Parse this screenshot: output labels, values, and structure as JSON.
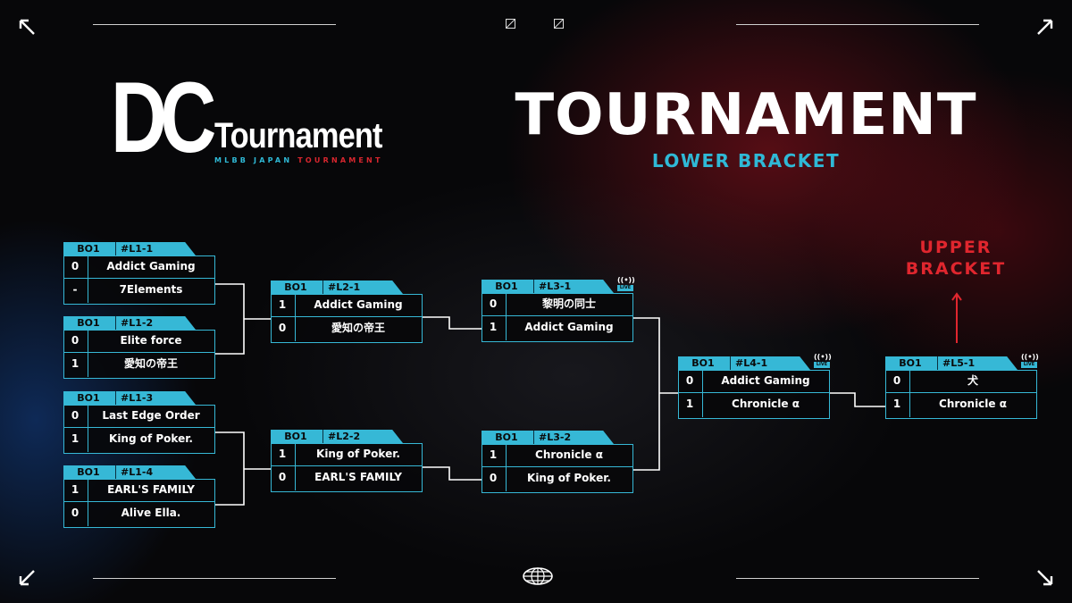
{
  "logo": {
    "dc": "DC",
    "tournament": "Tournament",
    "sub_a": "MLBB JAPAN",
    "sub_b": "TOURNAMENT"
  },
  "header": {
    "title": "TOURNAMENT",
    "subtitle": "LOWER BRACKET"
  },
  "upper_bracket_label": "UPPER BRACKET",
  "live_label": "LIVE",
  "icons": {
    "corners": [
      "arrow-up-left-icon",
      "arrow-up-right-icon",
      "arrow-down-left-icon",
      "arrow-down-right-icon"
    ],
    "top_marks": [
      "slash-square-icon",
      "slash-square-icon"
    ],
    "bottom": "globe-icon",
    "live": "live-broadcast-icon"
  },
  "colors": {
    "accent": "#36b8d6",
    "red": "#e0262e",
    "background": "#070709"
  },
  "matches": [
    {
      "id": "#L1-1",
      "format": "BO1",
      "live": false,
      "teams": [
        {
          "score": "0",
          "name": "Addict Gaming"
        },
        {
          "score": "-",
          "name": "7Elements"
        }
      ]
    },
    {
      "id": "#L1-2",
      "format": "BO1",
      "live": false,
      "teams": [
        {
          "score": "0",
          "name": "Elite force"
        },
        {
          "score": "1",
          "name": "愛知の帝王"
        }
      ]
    },
    {
      "id": "#L1-3",
      "format": "BO1",
      "live": false,
      "teams": [
        {
          "score": "0",
          "name": "Last Edge Order"
        },
        {
          "score": "1",
          "name": "King of Poker."
        }
      ]
    },
    {
      "id": "#L1-4",
      "format": "BO1",
      "live": false,
      "teams": [
        {
          "score": "1",
          "name": "EARL'S FAMILY"
        },
        {
          "score": "0",
          "name": "Alive Ella."
        }
      ]
    },
    {
      "id": "#L2-1",
      "format": "BO1",
      "live": false,
      "teams": [
        {
          "score": "1",
          "name": "Addict Gaming"
        },
        {
          "score": "0",
          "name": "愛知の帝王"
        }
      ]
    },
    {
      "id": "#L2-2",
      "format": "BO1",
      "live": false,
      "teams": [
        {
          "score": "1",
          "name": "King of Poker."
        },
        {
          "score": "0",
          "name": "EARL'S FAMILY"
        }
      ]
    },
    {
      "id": "#L3-1",
      "format": "BO1",
      "live": true,
      "teams": [
        {
          "score": "0",
          "name": "黎明の同士"
        },
        {
          "score": "1",
          "name": "Addict Gaming"
        }
      ]
    },
    {
      "id": "#L3-2",
      "format": "BO1",
      "live": false,
      "teams": [
        {
          "score": "1",
          "name": "Chronicle α"
        },
        {
          "score": "0",
          "name": "King of Poker."
        }
      ]
    },
    {
      "id": "#L4-1",
      "format": "BO1",
      "live": true,
      "teams": [
        {
          "score": "0",
          "name": "Addict Gaming"
        },
        {
          "score": "1",
          "name": "Chronicle α"
        }
      ]
    },
    {
      "id": "#L5-1",
      "format": "BO1",
      "live": true,
      "teams": [
        {
          "score": "0",
          "name": "犬"
        },
        {
          "score": "1",
          "name": "Chronicle α"
        }
      ]
    }
  ]
}
